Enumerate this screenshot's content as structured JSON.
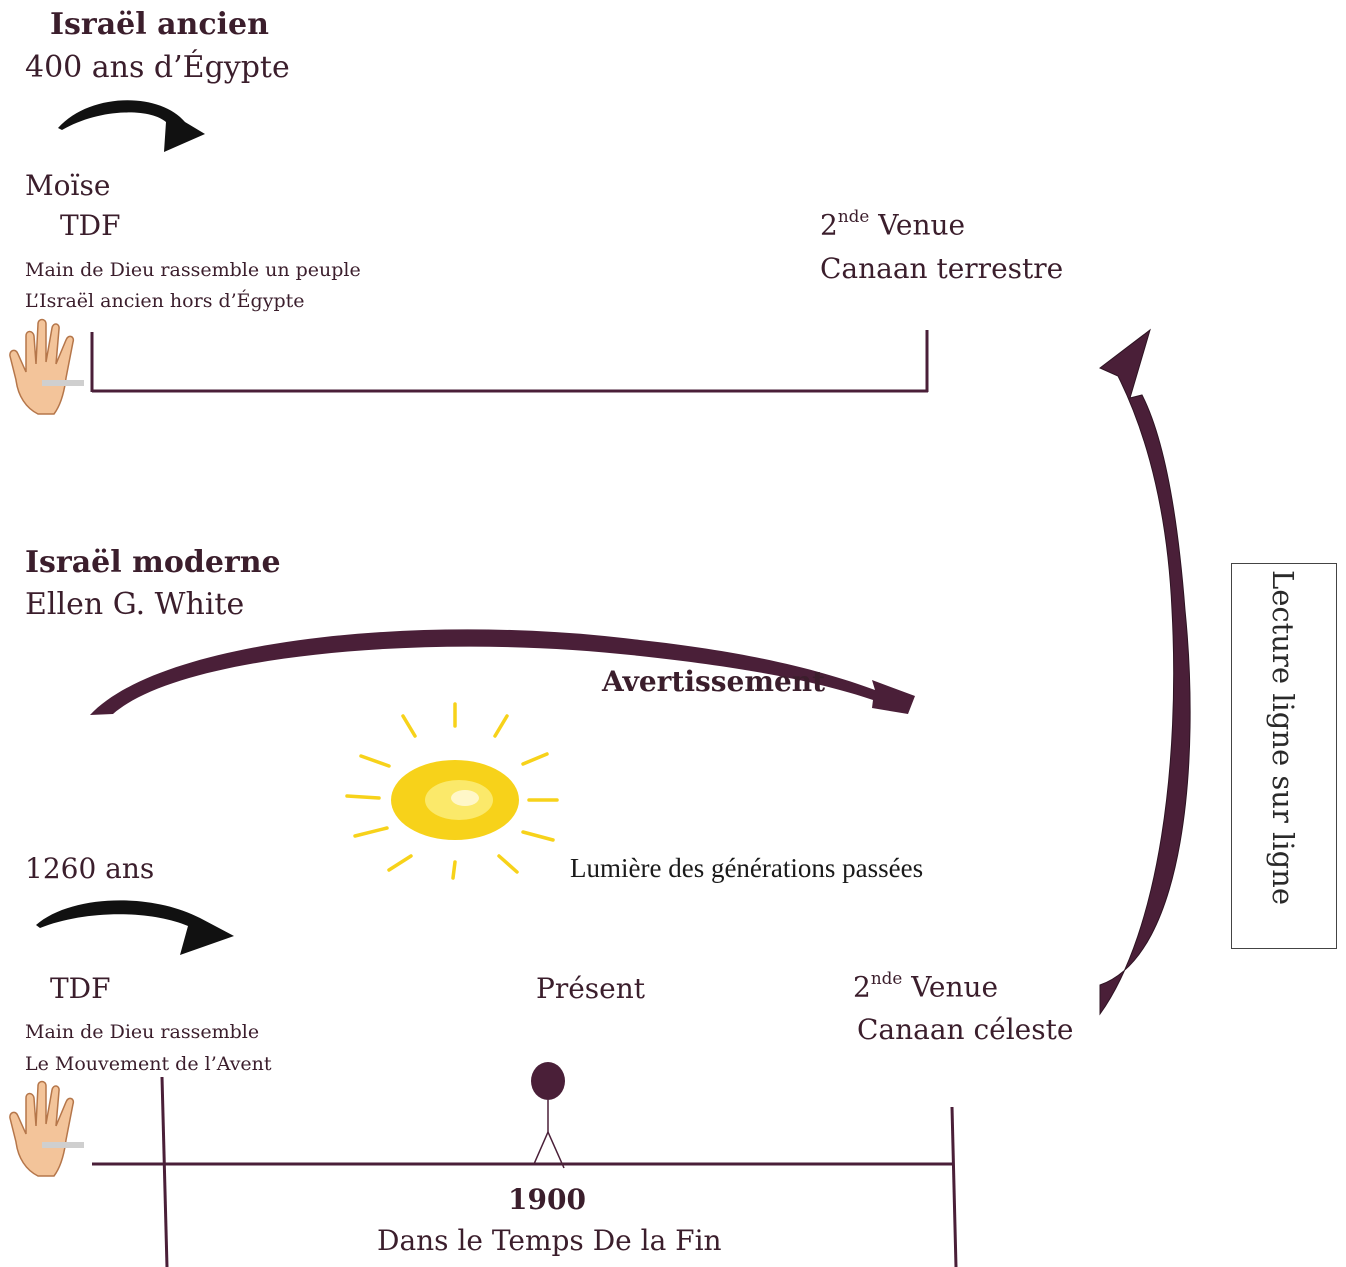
{
  "ancient": {
    "title": "Israël ancien",
    "period": "400 ans d’Égypte",
    "leader": "Moïse",
    "tdf": "TDF",
    "desc1": "Main de Dieu rassemble un peuple",
    "desc2": "L’Israël ancien hors d’Égypte",
    "second_num": "2",
    "second_sup": "nde",
    "second_word": "Venue",
    "canaan": "Canaan terrestre"
  },
  "modern": {
    "title": "Israël moderne",
    "author": "Ellen G. White",
    "warning": "Avertissement",
    "light": "Lumière des générations passées",
    "period": "1260 ans",
    "tdf": "TDF",
    "present": "Présent",
    "second_num": "2",
    "second_sup": "nde",
    "second_word": "Venue",
    "canaan": "Canaan céleste",
    "desc1": "Main de Dieu rassemble",
    "desc2": "Le Mouvement de l’Avent",
    "year": "1900",
    "end_time": "Dans le Temps De la Fin"
  },
  "side_label": "Lecture ligne sur ligne",
  "icons": [
    "curved-arrow-icon",
    "hand-icon",
    "sun-icon",
    "stick-figure-icon",
    "big-curved-arrow-icon"
  ],
  "colors": {
    "accent": "#4a1f38",
    "text": "#3b1e2c",
    "sun": "#f7d21a"
  }
}
